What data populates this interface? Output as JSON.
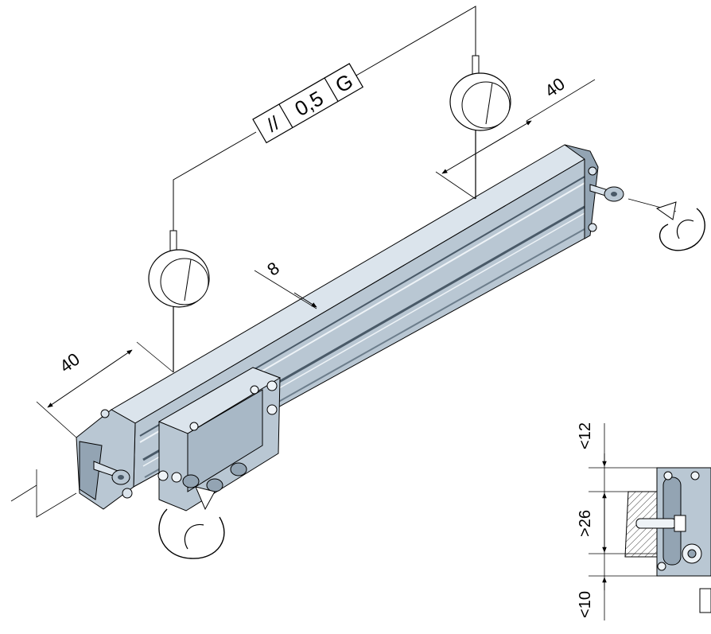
{
  "tolerance_frame": {
    "symbol": "//",
    "value": "0,5",
    "datum": "G"
  },
  "dimensions": {
    "left_span": "40",
    "right_span": "40",
    "center_offset": "8",
    "detail_top": "<12",
    "detail_mid": ">26",
    "detail_bottom": "<10"
  },
  "colors": {
    "profile_main": "#b9c7d3",
    "profile_shadow": "#93a4b3",
    "profile_light": "#dbe4ec",
    "hatch": "#000000"
  }
}
